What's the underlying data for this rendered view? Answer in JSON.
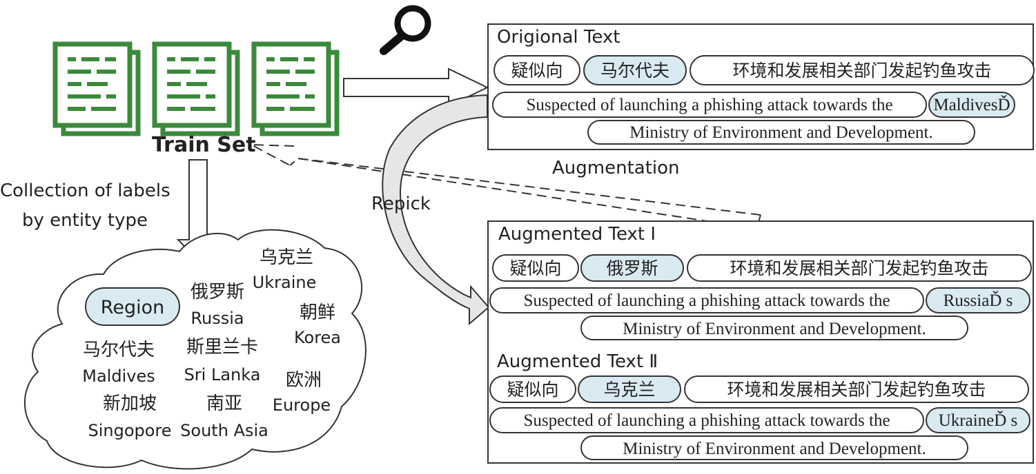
{
  "train_set": {
    "label": "Train Set"
  },
  "collection": {
    "line1": "Collection of labels",
    "line2": "by entity type"
  },
  "cloud": {
    "category": "Region",
    "entries": [
      {
        "zh": "乌克兰",
        "en": "Ukraine"
      },
      {
        "zh": "俄罗斯",
        "en": "Russia"
      },
      {
        "zh": "朝鲜",
        "en": "Korea"
      },
      {
        "zh": "马尔代夫",
        "en": "Maldives"
      },
      {
        "zh": "斯里兰卡",
        "en": "Sri Lanka"
      },
      {
        "zh": "欧洲",
        "en": "Europe"
      },
      {
        "zh": "新加坡",
        "en": "Singopore"
      },
      {
        "zh": "南亚",
        "en": "South Asia"
      }
    ]
  },
  "arrows": {
    "augmentation": "Augmentation",
    "repick": "Repick"
  },
  "original": {
    "title": "Origional Text",
    "zh_prefix": "疑似向",
    "zh_entity": "马尔代夫",
    "zh_suffix": "环境和发展相关部门发起钓鱼攻击",
    "en_prefix": "Suspected of launching a phishing attack towards the",
    "en_entity": "MaldivesĎ",
    "en_suffix": "Ministry of Environment and Development."
  },
  "aug1": {
    "title": "Augmented Text Ⅰ",
    "zh_prefix": "疑似向",
    "zh_entity": "俄罗斯",
    "zh_suffix": "环境和发展相关部门发起钓鱼攻击",
    "en_prefix": "Suspected of launching a phishing attack towards the",
    "en_entity": "RussiaĎ s",
    "en_suffix": "Ministry of Environment and Development."
  },
  "aug2": {
    "title": "Augmented Text Ⅱ",
    "zh_prefix": "疑似向",
    "zh_entity": "乌克兰",
    "zh_suffix": "环境和发展相关部门发起钓鱼攻击",
    "en_prefix": "Suspected of launching a phishing attack towards the",
    "en_entity": "UkraineĎ s",
    "en_suffix": "Ministry of Environment and Development."
  },
  "colors": {
    "doc_green": "#3b8a3b",
    "highlight": "#d9eaf2",
    "line": "#333333"
  },
  "icons": {
    "documents": "document-stack-icon",
    "search": "magnifier-icon"
  }
}
